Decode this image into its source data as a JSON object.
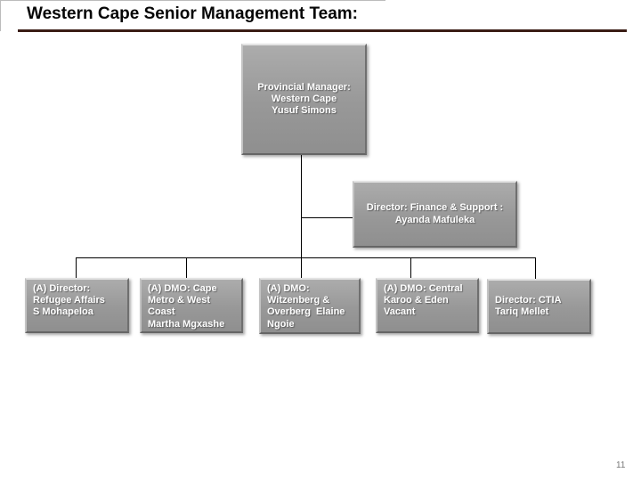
{
  "slide": {
    "title": "Western Cape Senior Management Team:",
    "page_number": "11"
  },
  "colors": {
    "title_underline": "#3a1d15",
    "box_fill": "#989898",
    "box_text": "#ffffff",
    "connector": "#000000",
    "page_number_text": "#757575"
  },
  "org_chart": {
    "nodes": {
      "provincial_manager": {
        "role": "Provincial Manager: Western Cape",
        "person": "Yusuf Simons",
        "lines": [
          "Provincial Manager:",
          "Western Cape",
          "Yusuf Simons"
        ]
      },
      "finance_support": {
        "role": "Director: Finance & Support",
        "person": "Ayanda Mafuleka",
        "lines": [
          "Director: Finance & Support :",
          "Ayanda Mafuleka"
        ]
      },
      "refugee_affairs": {
        "role": "(A) Director: Refugee Affairs",
        "person": "S Mohapeloa",
        "lines": [
          "(A) Director:",
          "Refugee Affairs",
          "S Mohapeloa"
        ]
      },
      "cape_metro_west_coast": {
        "role": "(A) DMO: Cape Metro & West Coast",
        "person": "Martha Mgxashe",
        "lines": [
          "(A) DMO: Cape",
          "Metro & West",
          "Coast",
          "Martha Mgxashe"
        ]
      },
      "witzenberg_overberg": {
        "role": "(A) DMO: Witzenberg & Overberg",
        "person": "Elaine Ngoie",
        "lines": [
          "(A) DMO:",
          "Witzenberg &",
          "Overberg  Elaine",
          "Ngoie"
        ]
      },
      "central_karoo_eden": {
        "role": "(A) DMO: Central Karoo & Eden",
        "person": "Vacant",
        "lines": [
          "(A) DMO: Central",
          "Karoo & Eden",
          "Vacant"
        ]
      },
      "ctia": {
        "role": "Director: CTIA",
        "person": "Tariq Mellet",
        "lines": [
          "Director: CTIA",
          "Tariq Mellet"
        ]
      }
    }
  }
}
